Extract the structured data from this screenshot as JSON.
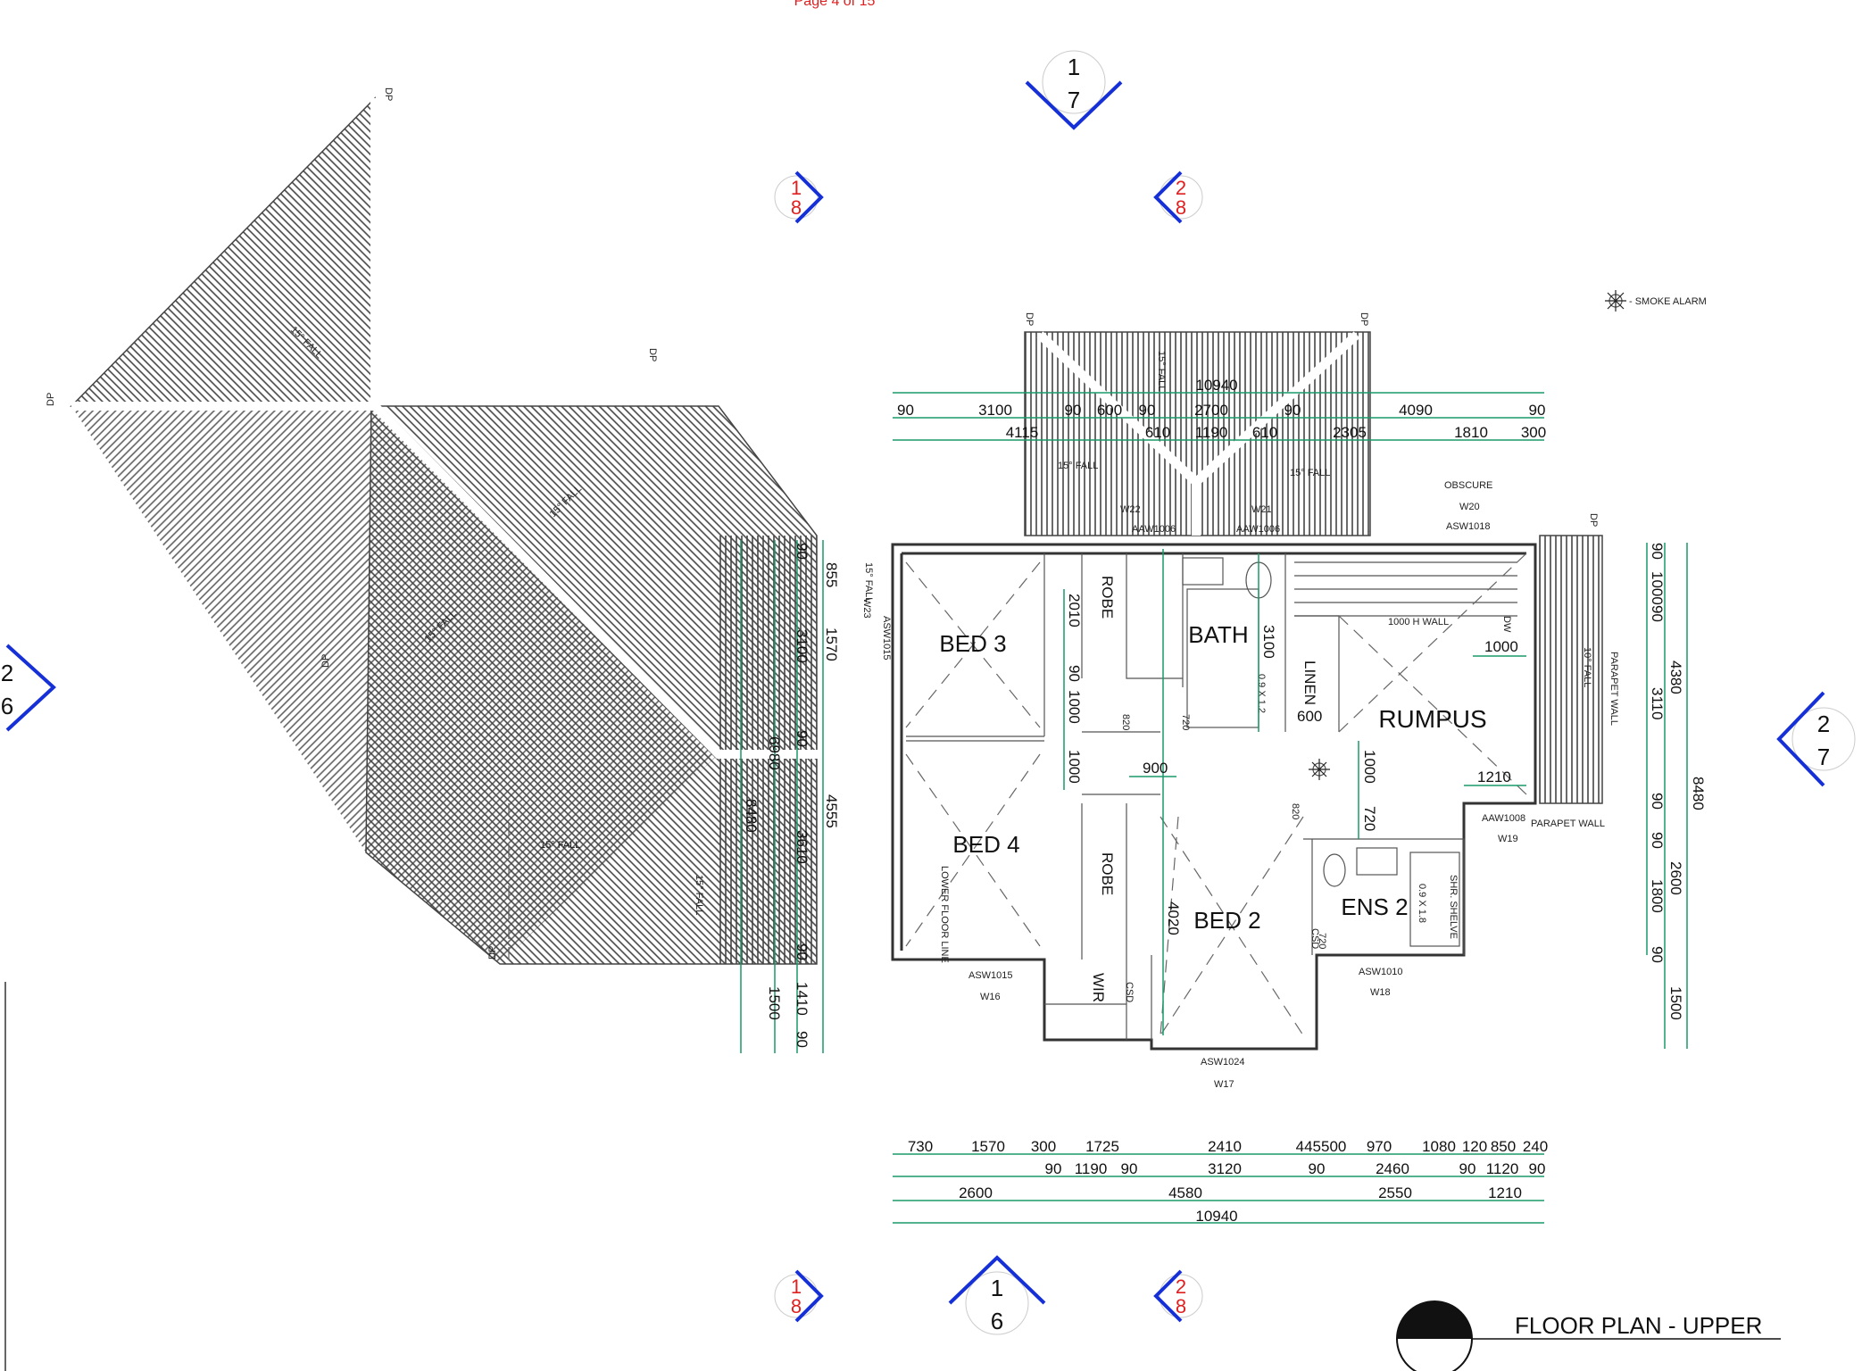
{
  "page_header": "Page 4 of 15",
  "legend": {
    "smoke_alarm": "- SMOKE ALARM"
  },
  "title": "FLOOR PLAN - UPPER",
  "rooms": {
    "bed3": "BED 3",
    "bed4": "BED 4",
    "bed2": "BED 2",
    "bath": "BATH",
    "rumpus": "RUMPUS",
    "ens2": "ENS 2",
    "linen": "LINEN",
    "robe_top": "ROBE",
    "robe_mid": "ROBE",
    "wir": "WIR"
  },
  "roof": {
    "fall_15_a": "15° FALL",
    "fall_15_b": "15° FALL",
    "fall_15_c": "15° FALL",
    "fall_15_d": "15° FALL",
    "fall_15_e": "15° FALL",
    "fall_15_f": "15° FALL",
    "fall_15_g": "15° FALL",
    "fall_15_h": "15° FALL",
    "fall_15_i": "15° FALL",
    "fall_10": "10° FALL",
    "parapet_wall_a": "PARAPET WALL",
    "parapet_wall_b": "PARAPET WALL",
    "dp": "DP"
  },
  "windows": {
    "w22": "W22",
    "w21": "W21",
    "w20": "W20",
    "w19": "W19",
    "w18": "W18",
    "w17": "W17",
    "w16": "W16",
    "w23": "W23",
    "aaw1006_a": "AAW1006",
    "aaw1006_b": "AAW1006",
    "asw1018": "ASW1018",
    "aaw1008": "AAW1008",
    "asw1010": "ASW1010",
    "asw1024": "ASW1024",
    "asw1015_a": "ASW1015",
    "asw1015_b": "ASW1015",
    "obscure": "OBSCURE"
  },
  "notes": {
    "wall_1000h": "1000 H WALL",
    "lower_floor_line": "LOWER FLOOR LINE",
    "dw": "DW",
    "shr_shelve": "SHR. SHELVE",
    "csd": "CSD",
    "d820": "820",
    "d720": "720",
    "dim_ens": "0.9 X 1.8",
    "dim_bath": "0.9 X 1.2"
  },
  "section_markers": [
    {
      "top": "1",
      "bottom": "7"
    },
    {
      "top": "1",
      "bottom": "8"
    },
    {
      "top": "2",
      "bottom": "8"
    },
    {
      "top": "2",
      "bottom": "6"
    },
    {
      "top": "2",
      "bottom": "7"
    },
    {
      "top": "1",
      "bottom": "8"
    },
    {
      "top": "1",
      "bottom": "6"
    },
    {
      "top": "2",
      "bottom": "8"
    }
  ],
  "dimensions": {
    "top_total": "10940",
    "top_row1": [
      "90",
      "3100",
      "90",
      "600",
      "90",
      "2700",
      "90",
      "4090",
      "90"
    ],
    "top_row2": [
      "4115",
      "610",
      "1190",
      "610",
      "2305",
      "1810",
      "300"
    ],
    "bottom_row1": [
      "730",
      "1570",
      "300",
      "1725",
      "2410",
      "445500",
      "970",
      "1080",
      "120",
      "850",
      "240"
    ],
    "bottom_row2": [
      "90",
      "1190",
      "90",
      "3120",
      "90",
      "2460",
      "90",
      "1120",
      "90"
    ],
    "bottom_row3": [
      "2600",
      "4580",
      "2550",
      "1210"
    ],
    "bottom_total": "10940",
    "left_outer": [
      "8480",
      "6980",
      "1500"
    ],
    "left_mid": [
      "3100",
      "4555",
      "1410"
    ],
    "left_inner": [
      "90",
      "855",
      "1570",
      "90",
      "3610",
      "90",
      "90"
    ],
    "right_inner": [
      "90",
      "1000",
      "90",
      "3110",
      "90",
      "90",
      "1800",
      "90"
    ],
    "right_mid": [
      "4380",
      "2600",
      "1500"
    ],
    "right_outer": [
      "8480"
    ],
    "interior": [
      "2010",
      "90",
      "1000",
      "1000",
      "900",
      "3100",
      "600",
      "1000",
      "1210",
      "1000",
      "720",
      "4020"
    ]
  }
}
